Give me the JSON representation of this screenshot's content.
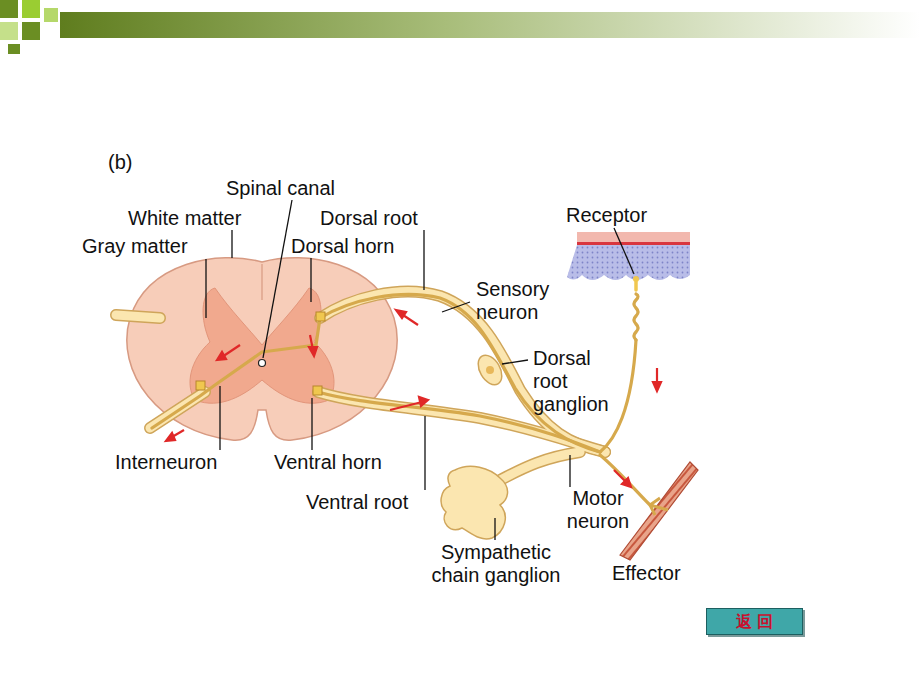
{
  "diagram": {
    "nodes": [
      {
        "text": [
          "返 回"
        ]
      }
    ],
    "labels": [
      "(b)",
      "Spinal canal",
      "White matter",
      "Dorsal root",
      "Gray matter",
      "Dorsal horn",
      "Receptor",
      "Sensory neuron",
      "Dorsal root ganglion",
      "Interneuron",
      "Ventral horn",
      "Ventral root",
      "Motor neuron",
      "Sympathetic chain ganglion",
      "Effector"
    ]
  }
}
